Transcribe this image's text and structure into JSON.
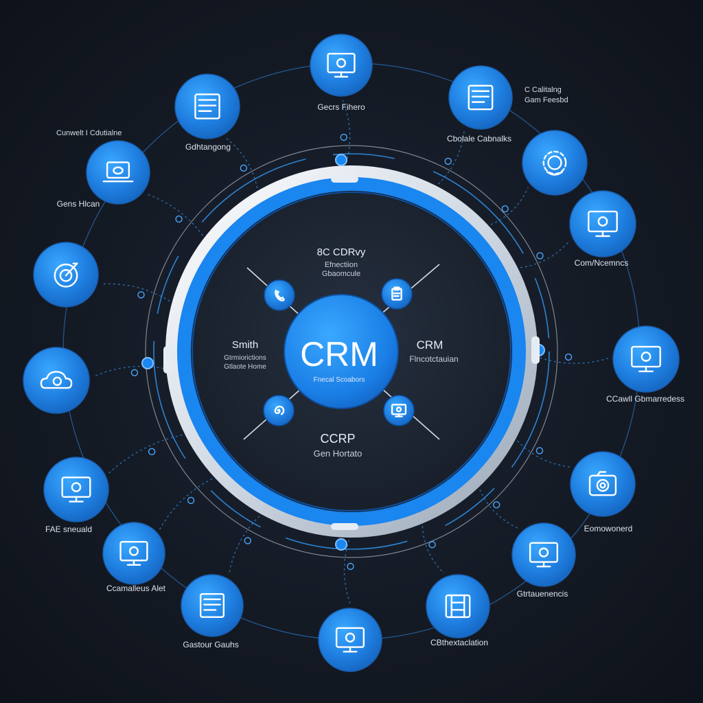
{
  "colors": {
    "background": "#141a24",
    "node_blue": "#1f7fe0",
    "node_blue_light": "#3aa0ff",
    "ring_white": "#e6ecf3",
    "ring_blue": "#1a86f0",
    "line_blue": "#2f8fe8",
    "text_light": "#e9eef5",
    "text_dim": "#c7cfda"
  },
  "center": {
    "title": "CRM",
    "subtitle": "Fnecal Scoabors"
  },
  "inner_labels": {
    "top": {
      "title": "8C CDRvy",
      "lines": [
        "Efnectiion",
        "Gbaomcule"
      ]
    },
    "left": {
      "title": "Smith",
      "lines": [
        "Gtrmiorictions",
        "Gtlaote Home"
      ]
    },
    "right": {
      "title": "CRM",
      "lines": [
        "Flncotctauian"
      ]
    },
    "bottom": {
      "title": "CCRP",
      "lines": [
        "Gen Hortato"
      ]
    }
  },
  "inner_nodes": [
    {
      "icon": "phone-icon"
    },
    {
      "icon": "clipboard-icon"
    },
    {
      "icon": "swirl-icon"
    },
    {
      "icon": "monitor-icon"
    }
  ],
  "outer_nodes": [
    {
      "icon": "monitor-icon",
      "label": "Gecrs Fihero"
    },
    {
      "icon": "document-icon",
      "label": "Cbolale Cabnalks",
      "extra": [
        "C Calitalng",
        "Gam Feesbd"
      ]
    },
    {
      "icon": "gear-icon",
      "label": ""
    },
    {
      "icon": "monitor-icon",
      "label": "Com/Ncemncs"
    },
    {
      "icon": "monitor-icon",
      "label": "CCawll Gbmarredess"
    },
    {
      "icon": "camera-icon",
      "label": "Eomowonerd"
    },
    {
      "icon": "monitor-icon",
      "label": "Gtrtauenencis"
    },
    {
      "icon": "film-icon",
      "label": "CBthextaclation"
    },
    {
      "icon": "monitor-icon",
      "label": ""
    },
    {
      "icon": "document-icon",
      "label": "Gastour Gauhs"
    },
    {
      "icon": "monitor-icon",
      "label": "Ccamalleus Alet"
    },
    {
      "icon": "monitor-icon",
      "label": "FAE sneuald"
    },
    {
      "icon": "cloud-icon",
      "label": ""
    },
    {
      "icon": "target-icon",
      "label": ""
    },
    {
      "icon": "laptop-icon",
      "label": "Gens Hlcan",
      "extra": [
        "Cunwelt I Cdutialne"
      ]
    },
    {
      "icon": "document-icon",
      "label": "Gdhtangong"
    }
  ]
}
